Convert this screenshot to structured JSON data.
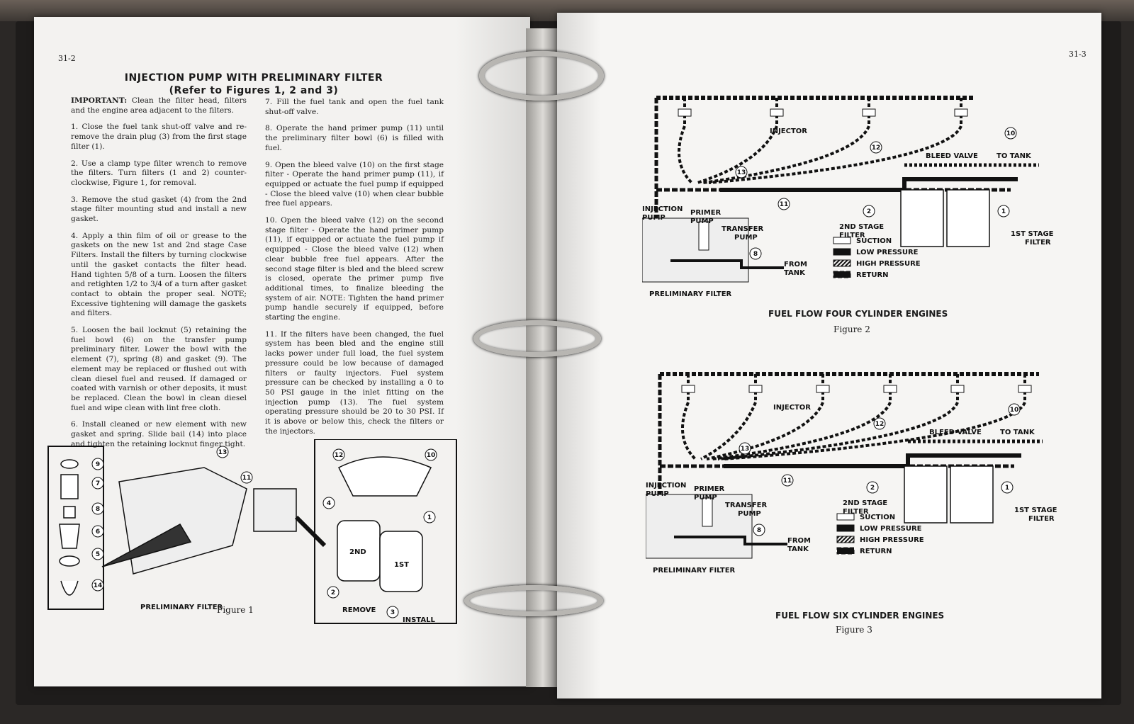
{
  "left_page": {
    "page_number": "31-2",
    "title": "INJECTION PUMP WITH PRELIMINARY FILTER",
    "subtitle": "(Refer to Figures 1, 2 and 3)",
    "important_label": "IMPORTANT:",
    "important_text": "Clean the filter head, filters and the engine area adjacent to the filters.",
    "steps": [
      "1. Close the fuel tank shut-off valve and re-remove the drain plug (3) from the first stage filter (1).",
      "2. Use a clamp type filter wrench to remove the filters. Turn filters (1 and 2) counter-clockwise, Figure 1, for removal.",
      "3. Remove the stud gasket (4) from the 2nd stage filter mounting stud and install a new gasket.",
      "4. Apply a thin film of oil or grease to the gaskets on the new 1st and 2nd stage Case Filters. Install the filters by turning clockwise until the gasket contacts the filter head. Hand tighten 5/8 of a turn. Loosen the filters and retighten 1/2 to 3/4 of a turn after gasket contact to obtain the proper seal. NOTE; Excessive tightening will damage the gaskets and filters.",
      "5. Loosen the bail locknut (5) retaining the fuel bowl (6) on the transfer pump preliminary filter. Lower the bowl with the element (7), spring (8) and gasket (9). The element may be replaced or flushed out with clean diesel fuel and reused. If damaged or coated with varnish or other deposits, it must be replaced. Clean the bowl in clean diesel fuel and wipe clean with lint free cloth.",
      "6. Install cleaned or new element with new gasket and spring. Slide bail (14) into place and tighten the retaining locknut finger tight.",
      "7. Fill the fuel tank and open the fuel tank shut-off valve.",
      "8. Operate the hand primer pump (11) until the preliminary filter bowl (6) is filled with fuel.",
      "9. Open the bleed valve (10) on the first stage filter - Operate the hand primer pump (11), if equipped or actuate the fuel pump if equipped - Close the bleed valve (10) when clear bubble free fuel appears.",
      "10. Open the bleed valve (12) on the second stage filter - Operate the hand primer pump (11), if equipped or actuate the fuel pump if equipped - Close the bleed valve (12) when clear bubble free fuel appears. After the second stage filter is bled and the bleed screw is closed, operate the primer pump five additional times, to finalize bleeding the system of air. NOTE: Tighten the hand primer pump handle securely if equipped, before starting the engine.",
      "11. If the filters have been changed, the fuel system has been bled and the engine still lacks power under full load, the fuel system pressure could be low because of damaged filters or faulty injectors. Fuel system pressure can be checked by installing a 0 to 50 PSI gauge in the inlet fitting on the injection pump (13). The fuel system operating pressure should be 20 to 30 PSI. If it is above or below this, check the filters or the injectors."
    ],
    "figure1": {
      "caption": "Figure 1",
      "labels": {
        "preliminary_filter": "PRELIMINARY FILTER",
        "second": "2ND",
        "first": "1ST",
        "remove": "REMOVE",
        "install": "INSTALL"
      },
      "callouts": [
        "9",
        "7",
        "8",
        "6",
        "5",
        "14",
        "13",
        "11",
        "12",
        "10",
        "4",
        "1",
        "2",
        "3"
      ]
    }
  },
  "right_page": {
    "page_number": "31-3",
    "figure2": {
      "title": "FUEL FLOW FOUR CYLINDER ENGINES",
      "caption": "Figure 2"
    },
    "figure3": {
      "title": "FUEL FLOW SIX CYLINDER ENGINES",
      "caption": "Figure 3"
    },
    "labels": {
      "injector": "INJECTOR",
      "bleed_valve": "BLEED VALVE",
      "to_tank": "TO TANK",
      "injection_pump": "INJECTION",
      "injection_pump2": "PUMP",
      "primer_pump": "PRIMER",
      "primer_pump2": "PUMP",
      "transfer_pump": "TRANSFER",
      "transfer_pump2": "PUMP",
      "from_tank": "FROM",
      "from_tank2": "TANK",
      "preliminary_filter": "PRELIMINARY FILTER",
      "second_stage": "2ND STAGE",
      "first_stage": "1ST STAGE",
      "filter": "FILTER"
    },
    "legend": [
      "SUCTION",
      "LOW PRESSURE",
      "HIGH PRESSURE",
      "RETURN"
    ],
    "callouts": {
      "c10": "10",
      "c12": "12",
      "c13": "13",
      "c11": "11",
      "c2": "2",
      "c1": "1",
      "c8": "8"
    }
  }
}
